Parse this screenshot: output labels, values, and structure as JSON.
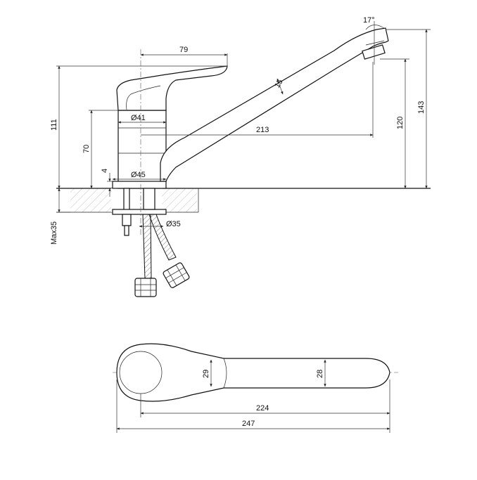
{
  "dimensions": {
    "d79": "79",
    "d17deg": "17°",
    "d15": "15",
    "d111": "111",
    "d41": "Ø41",
    "d213": "213",
    "d120": "120",
    "d143": "143",
    "d70": "70",
    "d4": "4",
    "d45": "Ø45",
    "dmax35": "Max35",
    "d35": "Ø35",
    "d29": "29",
    "d28": "28",
    "d224": "224",
    "d247": "247"
  }
}
